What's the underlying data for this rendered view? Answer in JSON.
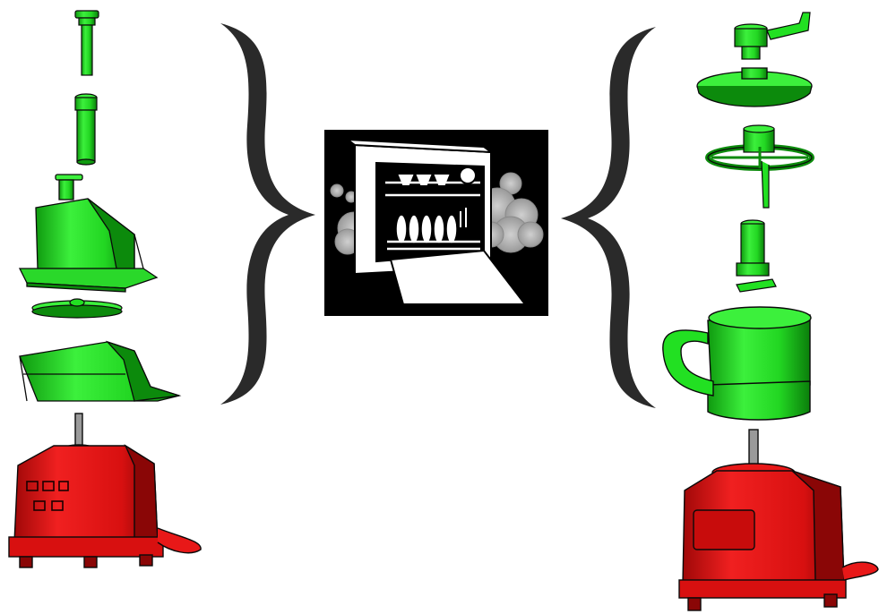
{
  "colors": {
    "part_green": "#22e022",
    "part_green_dark": "#0c8a0c",
    "part_green_light": "#7cff7c",
    "base_red": "#e81818",
    "base_red_dark": "#8a0606",
    "brace": "#2a2a2a",
    "panel_bg": "#000000",
    "outline": "#0a0a0a"
  },
  "left_assembly": {
    "parts": [
      "pusher-small",
      "pusher-large",
      "feed-head",
      "slicing-disc",
      "chute-lid"
    ],
    "base": "motor-base-left"
  },
  "right_assembly": {
    "parts": [
      "lid-handle-top",
      "bowl-lid",
      "disc-hub",
      "blade-stem",
      "bowl-with-handle"
    ],
    "base": "motor-base-right"
  },
  "center_icon": "dishwasher-icon",
  "left_brace": "right-curly-brace",
  "right_brace": "left-curly-brace"
}
